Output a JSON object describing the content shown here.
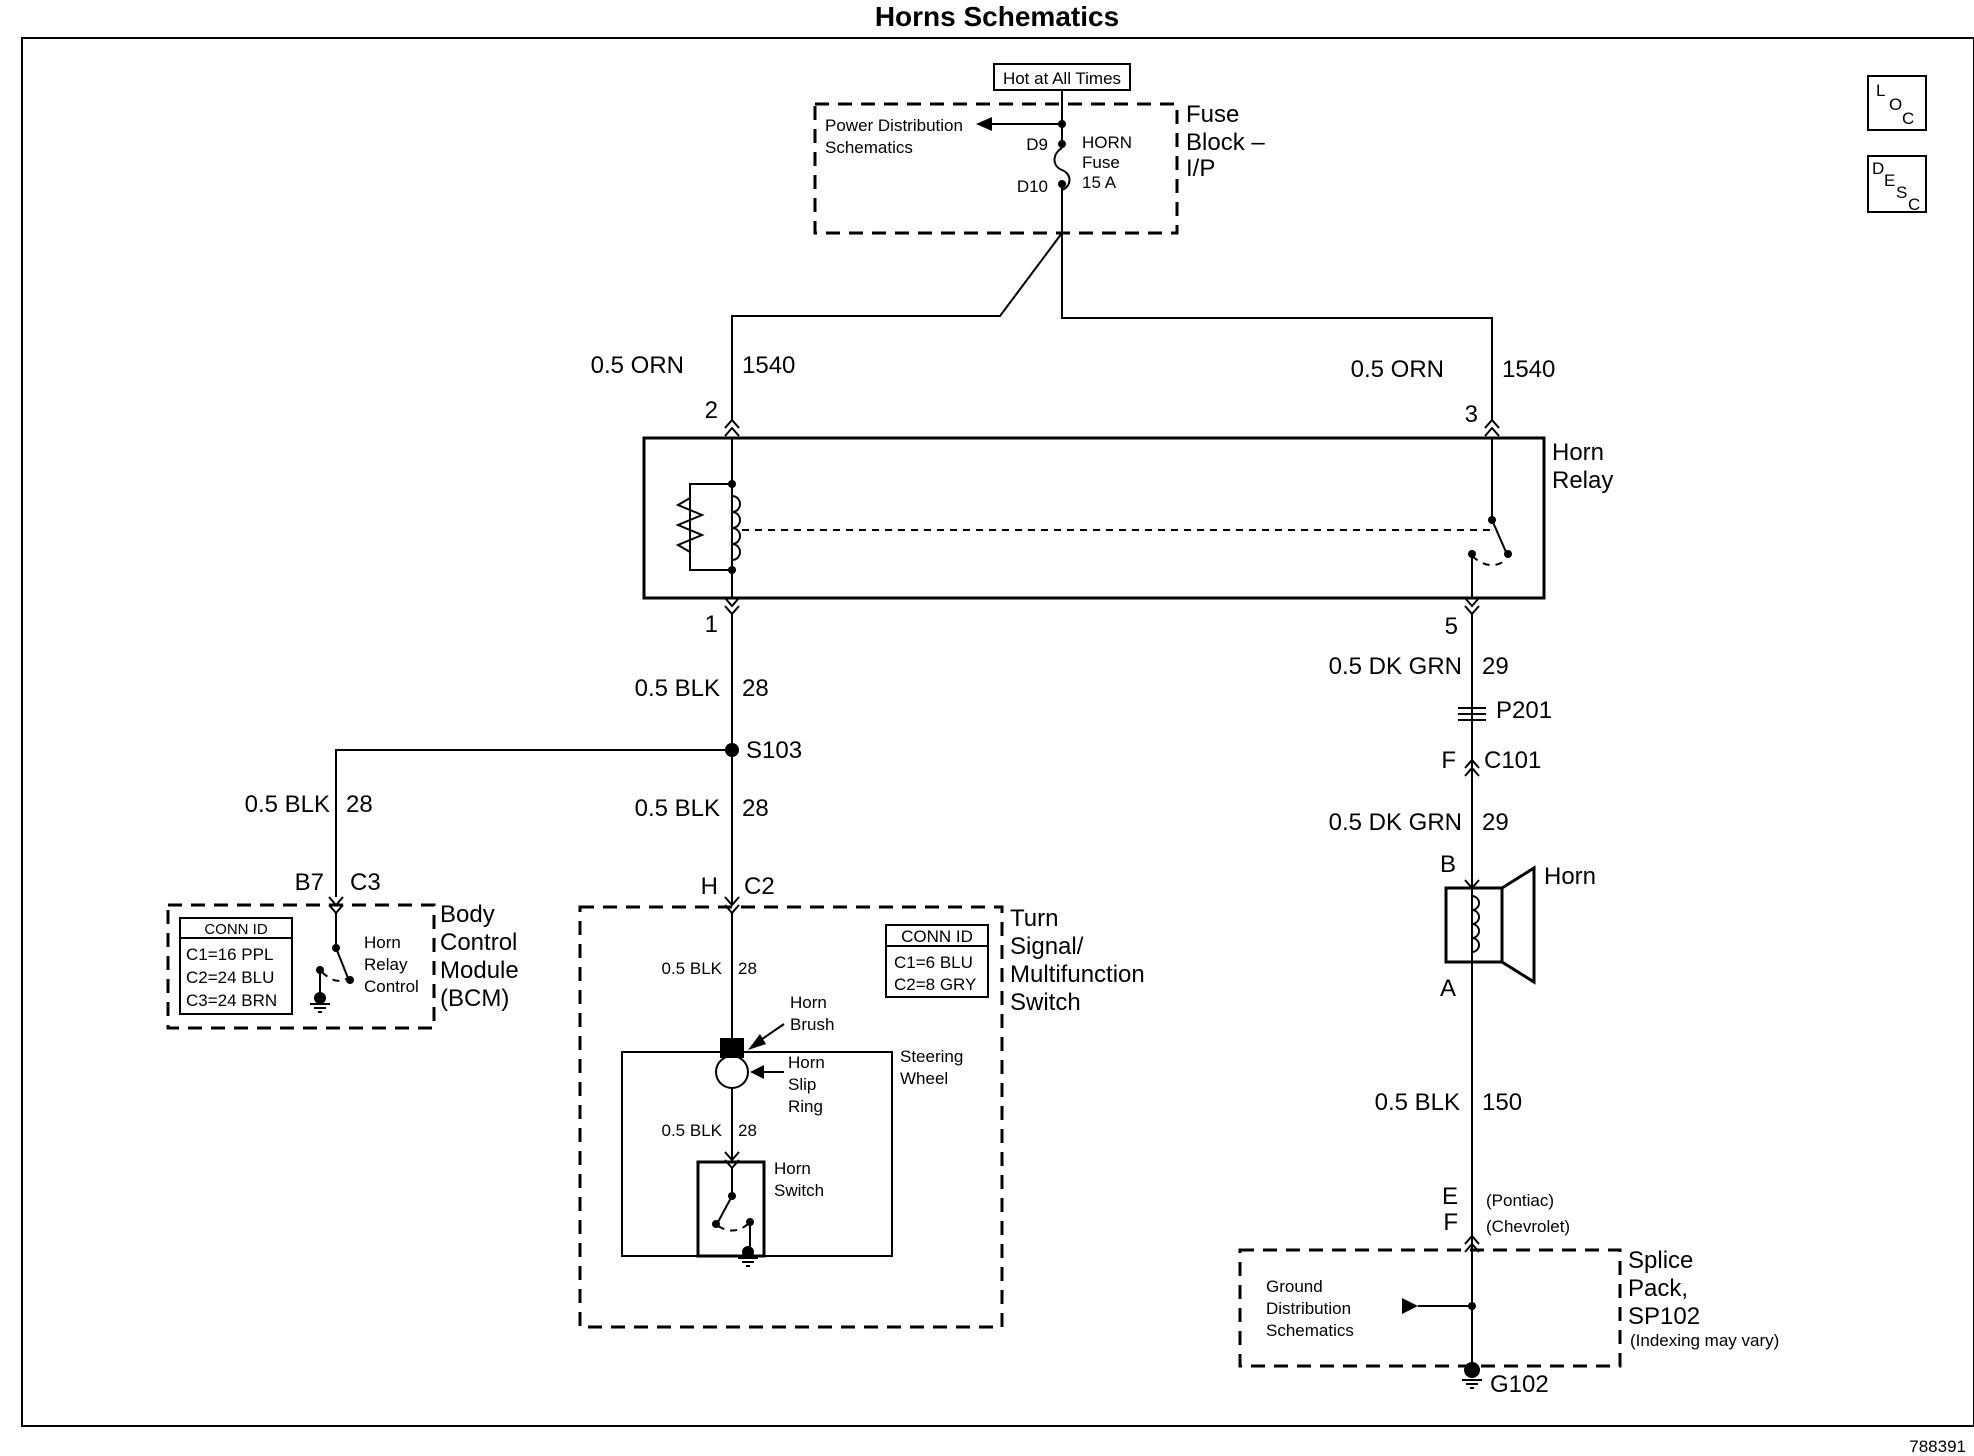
{
  "title": "Horns Schematics",
  "figure_id": "788391",
  "nav_buttons": {
    "loc": [
      "L",
      "O",
      "C"
    ],
    "desc": [
      "D",
      "E",
      "S",
      "C"
    ]
  },
  "fuse_block": {
    "hot_label": "Hot at All Times",
    "name_lines": [
      "Fuse",
      "Block –",
      "I/P"
    ],
    "power_dist_lines": [
      "Power Distribution",
      "Schematics"
    ],
    "pin_top": "D9",
    "pin_bottom": "D10",
    "fuse_lines": [
      "HORN",
      "Fuse",
      "15 A"
    ]
  },
  "horn_relay": {
    "name_lines": [
      "Horn",
      "Relay"
    ],
    "pins": {
      "p2": "2",
      "p3": "3",
      "p1": "1",
      "p5": "5"
    }
  },
  "wires": {
    "w2_gauge": "0.5 ORN",
    "w2_circuit": "1540",
    "w3_gauge": "0.5 ORN",
    "w3_circuit": "1540",
    "w1_gauge": "0.5 BLK",
    "w1_circuit": "28",
    "wbcm_gauge": "0.5 BLK",
    "wbcm_circuit": "28",
    "wsw_gauge": "0.5 BLK",
    "wsw_circuit": "28",
    "w5_gauge": "0.5 DK GRN",
    "w5_circuit": "29",
    "w5b_gauge": "0.5 DK GRN",
    "w5b_circuit": "29",
    "wgnd_gauge": "0.5 BLK",
    "wgnd_circuit": "150",
    "win1_gauge": "0.5 BLK",
    "win1_circuit": "28",
    "win2_gauge": "0.5 BLK",
    "win2_circuit": "28"
  },
  "splice_s103": "S103",
  "bcm": {
    "pin": "B7",
    "conn": "C3",
    "name_lines": [
      "Body",
      "Control",
      "Module",
      "(BCM)"
    ],
    "conn_title": "CONN ID",
    "conn_rows": [
      "C1=16 PPL",
      "C2=24 BLU",
      "C3=24 BRN"
    ],
    "relay_ctrl_lines": [
      "Horn",
      "Relay",
      "Control"
    ]
  },
  "tsw": {
    "pin": "H",
    "conn": "C2",
    "name_lines": [
      "Turn",
      "Signal/",
      "Multifunction",
      "Switch"
    ],
    "conn_title": "CONN ID",
    "conn_rows": [
      "C1=6 BLU",
      "C2=8 GRY"
    ],
    "brush_lines": [
      "Horn",
      "Brush"
    ],
    "slip_lines": [
      "Horn",
      "Slip",
      "Ring"
    ],
    "wheel_lines": [
      "Steering",
      "Wheel"
    ],
    "switch_lines": [
      "Horn",
      "Switch"
    ]
  },
  "p201": "P201",
  "c101_pin": "F",
  "c101": "C101",
  "horn": {
    "label": "Horn",
    "pin_b": "B",
    "pin_a": "A"
  },
  "sp102": {
    "pin_e": "E",
    "pin_e_note": "(Pontiac)",
    "pin_f": "F",
    "pin_f_note": "(Chevrolet)",
    "name_lines": [
      "Splice",
      "Pack,",
      "SP102"
    ],
    "index_note": "(Indexing may vary)",
    "gnd_dist_lines": [
      "Ground",
      "Distribution",
      "Schematics"
    ]
  },
  "ground": "G102"
}
